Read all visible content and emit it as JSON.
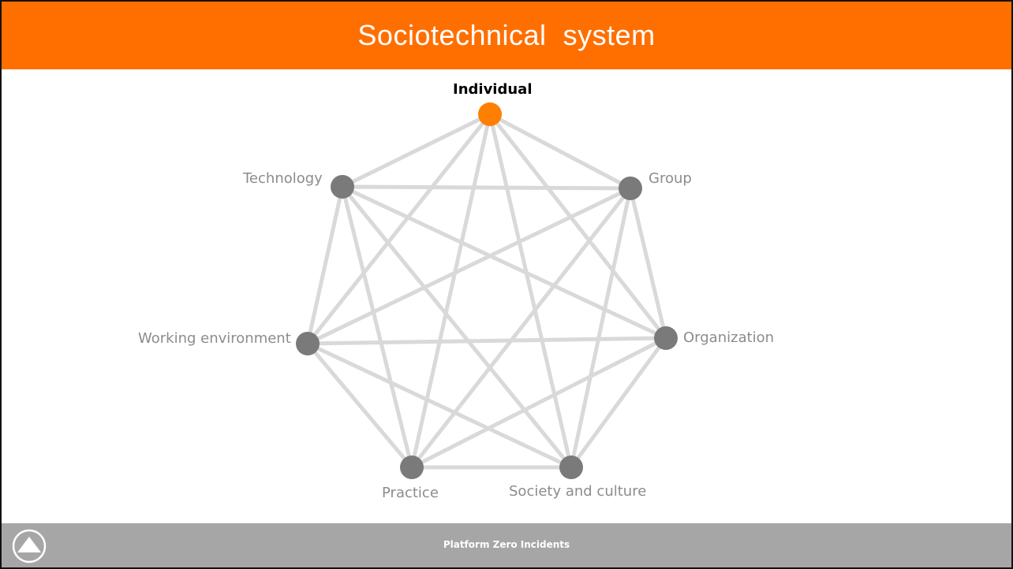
{
  "slide": {
    "title": "Sociotechnical  system",
    "footer_text": "Platform Zero Incidents"
  },
  "colors": {
    "title_bar": "#ff6f00",
    "highlight_node": "#ff7f00",
    "node": "#7a7a7a",
    "edge": "#d9d9d9",
    "footer": "#a6a6a6"
  },
  "network": {
    "nodes": [
      {
        "id": "individual",
        "label": "Individual",
        "highlight": true
      },
      {
        "id": "group",
        "label": "Group",
        "highlight": false
      },
      {
        "id": "organization",
        "label": "Organization",
        "highlight": false
      },
      {
        "id": "society",
        "label": "Society and culture",
        "highlight": false
      },
      {
        "id": "practice",
        "label": "Practice",
        "highlight": false
      },
      {
        "id": "working-environment",
        "label": "Working environment",
        "highlight": false
      },
      {
        "id": "technology",
        "label": "Technology",
        "highlight": false
      }
    ],
    "fully_connected": true
  }
}
